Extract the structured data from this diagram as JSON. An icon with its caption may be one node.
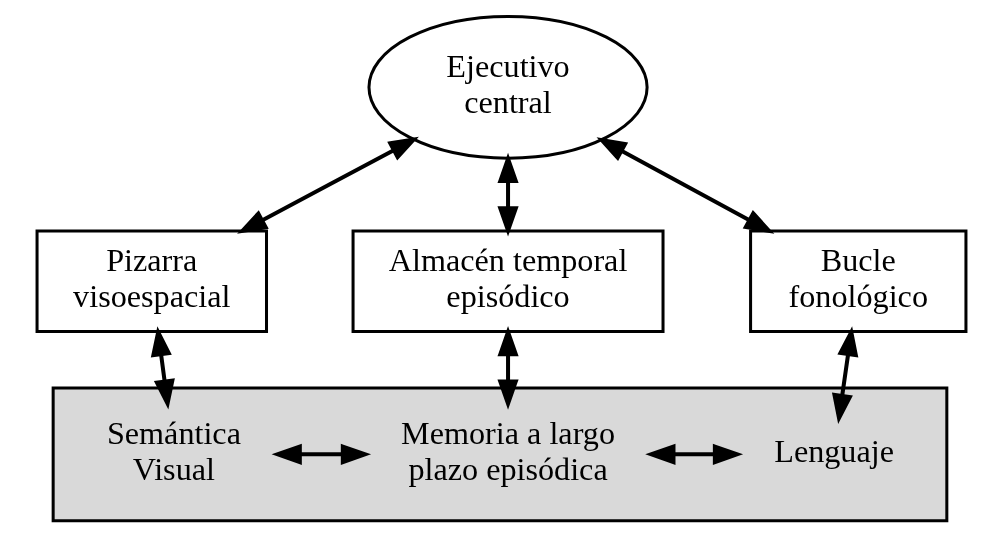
{
  "diagram": {
    "nodes": [
      {
        "text": [
          "Ejecutivo central"
        ]
      },
      {
        "text": [
          "Pizarra visoespacial"
        ]
      },
      {
        "text": [
          "Almacén temporal episódico"
        ]
      },
      {
        "text": [
          "Bucle fonológico"
        ]
      },
      {
        "text": [],
        "shape": "box"
      },
      {
        "text": [
          "Semántica Visual"
        ],
        "in": 4
      },
      {
        "text": [
          "Memoria a largo plazo episódica"
        ],
        "in": 4
      },
      {
        "text": [
          "Lenguaje"
        ],
        "in": 4
      }
    ],
    "edges": [
      {
        "from": 0,
        "to": 1,
        "arrow": "both"
      },
      {
        "from": 0,
        "to": 2,
        "arrow": "both"
      },
      {
        "from": 0,
        "to": 3,
        "arrow": "both"
      },
      {
        "from": 1,
        "to": 5,
        "arrow": "both"
      },
      {
        "from": 2,
        "to": 6,
        "arrow": "both"
      },
      {
        "from": 3,
        "to": 7,
        "arrow": "both"
      },
      {
        "from": 5,
        "to": 6,
        "arrow": "both"
      },
      {
        "from": 6,
        "to": 7,
        "arrow": "both"
      }
    ]
  }
}
